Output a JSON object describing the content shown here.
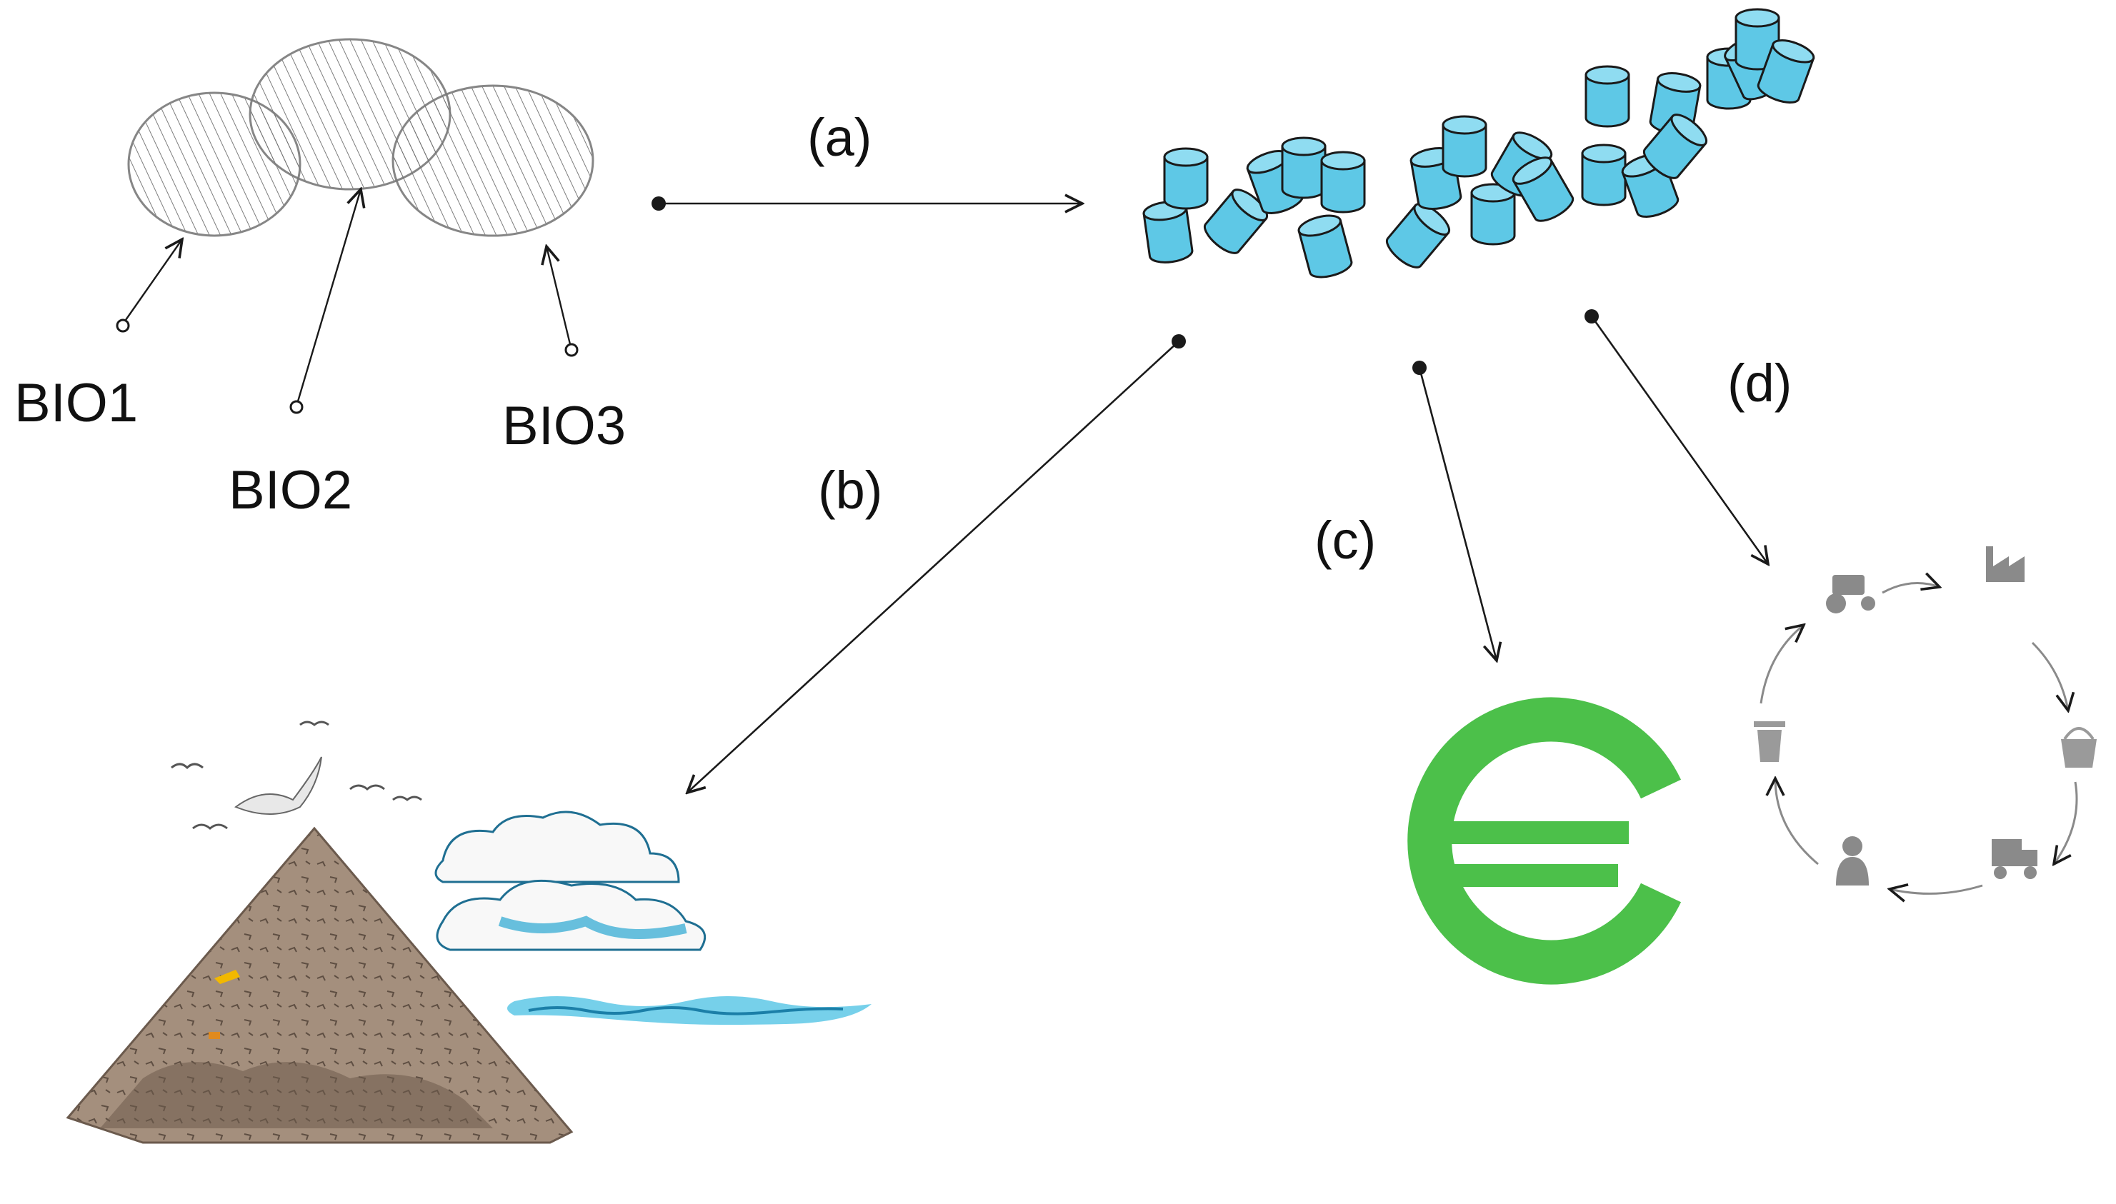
{
  "labels": {
    "bio1": "BIO1",
    "bio2": "BIO2",
    "bio3": "BIO3",
    "a": "(a)",
    "b": "(b)",
    "c": "(c)",
    "d": "(d)"
  },
  "nodes": [
    {
      "id": "biomass-fibers",
      "icon": "fiber-bundles-icon"
    },
    {
      "id": "plastic-pellets",
      "icon": "pellets-icon"
    },
    {
      "id": "environment",
      "icon": "landfill-ocean-icon"
    },
    {
      "id": "cost",
      "icon": "euro-icon"
    },
    {
      "id": "recycling-loop",
      "icon": "recycle-cycle-icon"
    }
  ],
  "colors": {
    "line": "#1a1a1a",
    "pellet": "#5ec8e6",
    "euro": "#4cc04a",
    "soil": "#9a8674",
    "water": "#3fb3d9",
    "fiber": "#8a8a8a"
  }
}
